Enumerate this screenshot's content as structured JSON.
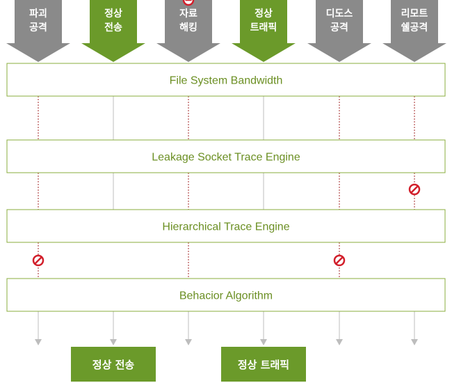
{
  "colors": {
    "gray": "#8a8a8a",
    "green": "#6b9a2a",
    "layer_border": "#8aac3c",
    "layer_text": "#6b8f23",
    "blocked_line": "#a62a2a",
    "normal_line": "#bdbdbd",
    "block_icon": "#d21f2b"
  },
  "inputs": [
    {
      "lines": [
        "파괴",
        "공격"
      ],
      "kind": "attack"
    },
    {
      "lines": [
        "정상",
        "전송"
      ],
      "kind": "normal"
    },
    {
      "lines": [
        "자료",
        "해킹"
      ],
      "kind": "attack"
    },
    {
      "lines": [
        "정상",
        "트래픽"
      ],
      "kind": "normal"
    },
    {
      "lines": [
        "디도스",
        "공격"
      ],
      "kind": "attack"
    },
    {
      "lines": [
        "리모트",
        "쉘공격"
      ],
      "kind": "attack"
    }
  ],
  "layers": [
    {
      "label": "File System Bandwidth"
    },
    {
      "label": "Leakage Socket Trace Engine"
    },
    {
      "label": "Hierarchical Trace Engine"
    },
    {
      "label": "Behacior Algorithm"
    }
  ],
  "blocked_at_gap": [
    2,
    1,
    3,
    1,
    2,
    1
  ],
  "block_icon": "no-entry-icon",
  "outputs": [
    {
      "label": "정상 전송",
      "from_input": 1
    },
    {
      "label": "정상 트래픽",
      "from_input": 3
    }
  ]
}
